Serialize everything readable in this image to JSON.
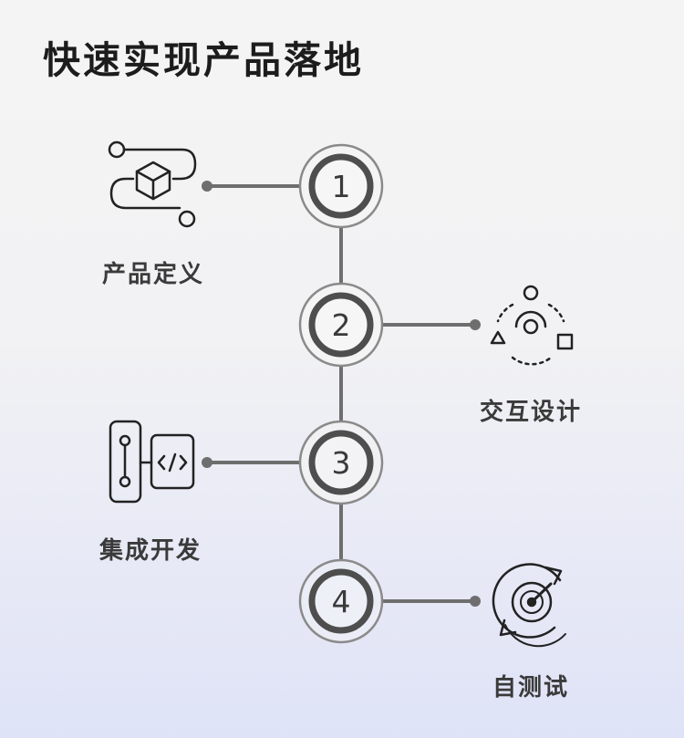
{
  "title": "快速实现产品落地",
  "steps": [
    {
      "number": "1",
      "label": "产品定义",
      "icon": "product-box-icon"
    },
    {
      "number": "2",
      "label": "交互设计",
      "icon": "interaction-shapes-icon"
    },
    {
      "number": "3",
      "label": "集成开发",
      "icon": "code-integration-icon"
    },
    {
      "number": "4",
      "label": "自测试",
      "icon": "target-cycle-icon"
    }
  ],
  "colors": {
    "line": "#6e6e6e",
    "ring": "#555555",
    "text": "#3a3a3a",
    "title": "#1c1c1c"
  }
}
